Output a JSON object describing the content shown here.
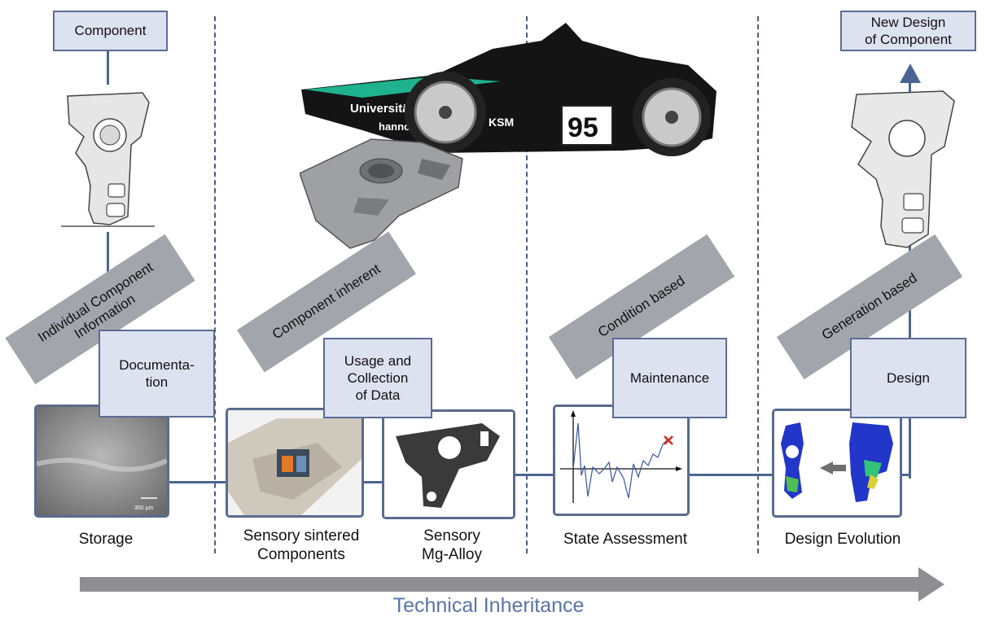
{
  "top_boxes": {
    "component": "Component",
    "new_design": "New Design\nof Component"
  },
  "rotated_labels": {
    "individual": "Individual Component\nInformation",
    "inherent": "Component inherent",
    "condition": "Condition based",
    "generation": "Generation based"
  },
  "phase_boxes": {
    "documentation": "Documenta-\ntion",
    "usage": "Usage and\nCollection\nof Data",
    "maintenance": "Maintenance",
    "design": "Design"
  },
  "photos": {
    "car_sponsor": "Universität Ha",
    "car_number": "95",
    "car_brand": "hanno\nairpo",
    "ksm": "KSM",
    "scale_bar": "350 µm"
  },
  "captions": {
    "storage": "Storage",
    "sintered": "Sensory sintered\nComponents",
    "mg_alloy": "Sensory\nMg-Alloy",
    "state": "State Assessment",
    "evolution": "Design Evolution"
  },
  "footer": {
    "title": "Technical Inheritance"
  },
  "colors": {
    "box_fill": "#dde2f1",
    "box_border": "#5b6c93",
    "grey_label": "#a3a5ac",
    "connector": "#4a6690",
    "footer_text": "#5a74a8",
    "arrow": "#8e8e93",
    "failure_marker": "#e0241b"
  }
}
